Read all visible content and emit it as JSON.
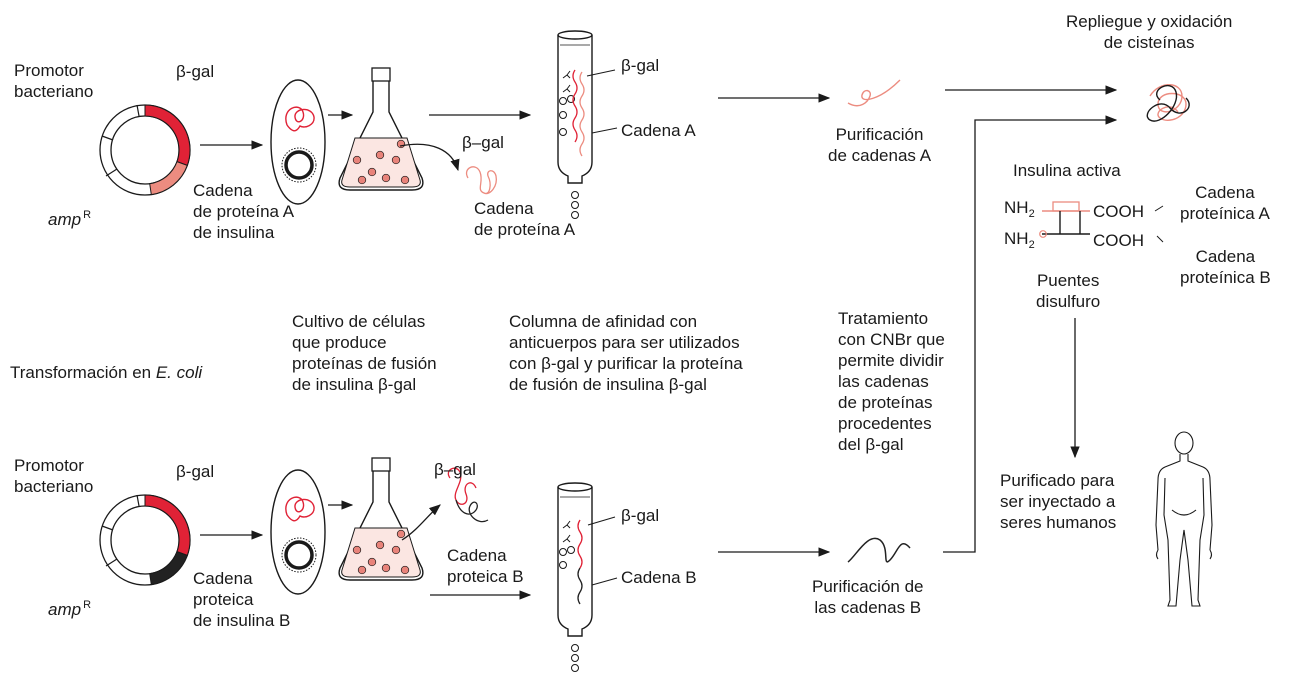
{
  "top": {
    "promoter_label": "Promotor\nbacteriano",
    "bgal_label": "β-gal",
    "amp_label": "amp",
    "amp_sup": "R",
    "chain_plasmid_label": "Cadena\nde proteína A\nde insulina",
    "fusion_bgal_label": "β–gal",
    "fusion_chain_label": "Cadena\nde proteína A",
    "column_bgal_label": "β-gal",
    "column_chain_label": "Cadena A",
    "purification_label": "Purificación\nde cadenas A"
  },
  "bottom": {
    "promoter_label": "Promotor\nbacteriano",
    "bgal_label": "β-gal",
    "amp_label": "amp",
    "amp_sup": "R",
    "chain_plasmid_label": "Cadena\nproteica\nde insulina B",
    "fusion_bgal_label": "β–gal",
    "fusion_chain_label": "Cadena\nproteica B",
    "column_bgal_label": "β-gal",
    "column_chain_label": "Cadena B",
    "purification_label": "Purificación de\nlas cadenas B"
  },
  "steps": {
    "transformation_prefix": "Transformación en ",
    "transformation_species": "E. coli",
    "culture": "Cultivo de células\nque produce\nproteínas de fusión\nde insulina β-gal",
    "affinity": "Columna de afinidad con\nanticuerpos para ser utilizados\ncon β-gal y purificar la proteína\nde fusión de insulina β-gal",
    "cnbr": "Tratamiento\ncon CNBr que\npermite dividir\nlas cadenas\nde proteínas\nprocedentes\ndel β-gal"
  },
  "right": {
    "folding": "Repliegue y oxidación\nde cisteínas",
    "active_insulin": "Insulina activa",
    "nh2": "NH",
    "nh2_sub": "2",
    "cooh": "COOH",
    "chain_a": "Cadena\nproteínica A",
    "chain_b": "Cadena\nproteínica B",
    "disulfide": "Puentes\ndisulfuro",
    "injection": "Purificado para\nser inyectado a\nseres humanos"
  },
  "colors": {
    "bgal_red": "#e02236",
    "chain_a_pink": "#ec8c80",
    "chain_b_black": "#222222",
    "cell_pink": "#e8837a",
    "line": "#1a1a1a"
  }
}
